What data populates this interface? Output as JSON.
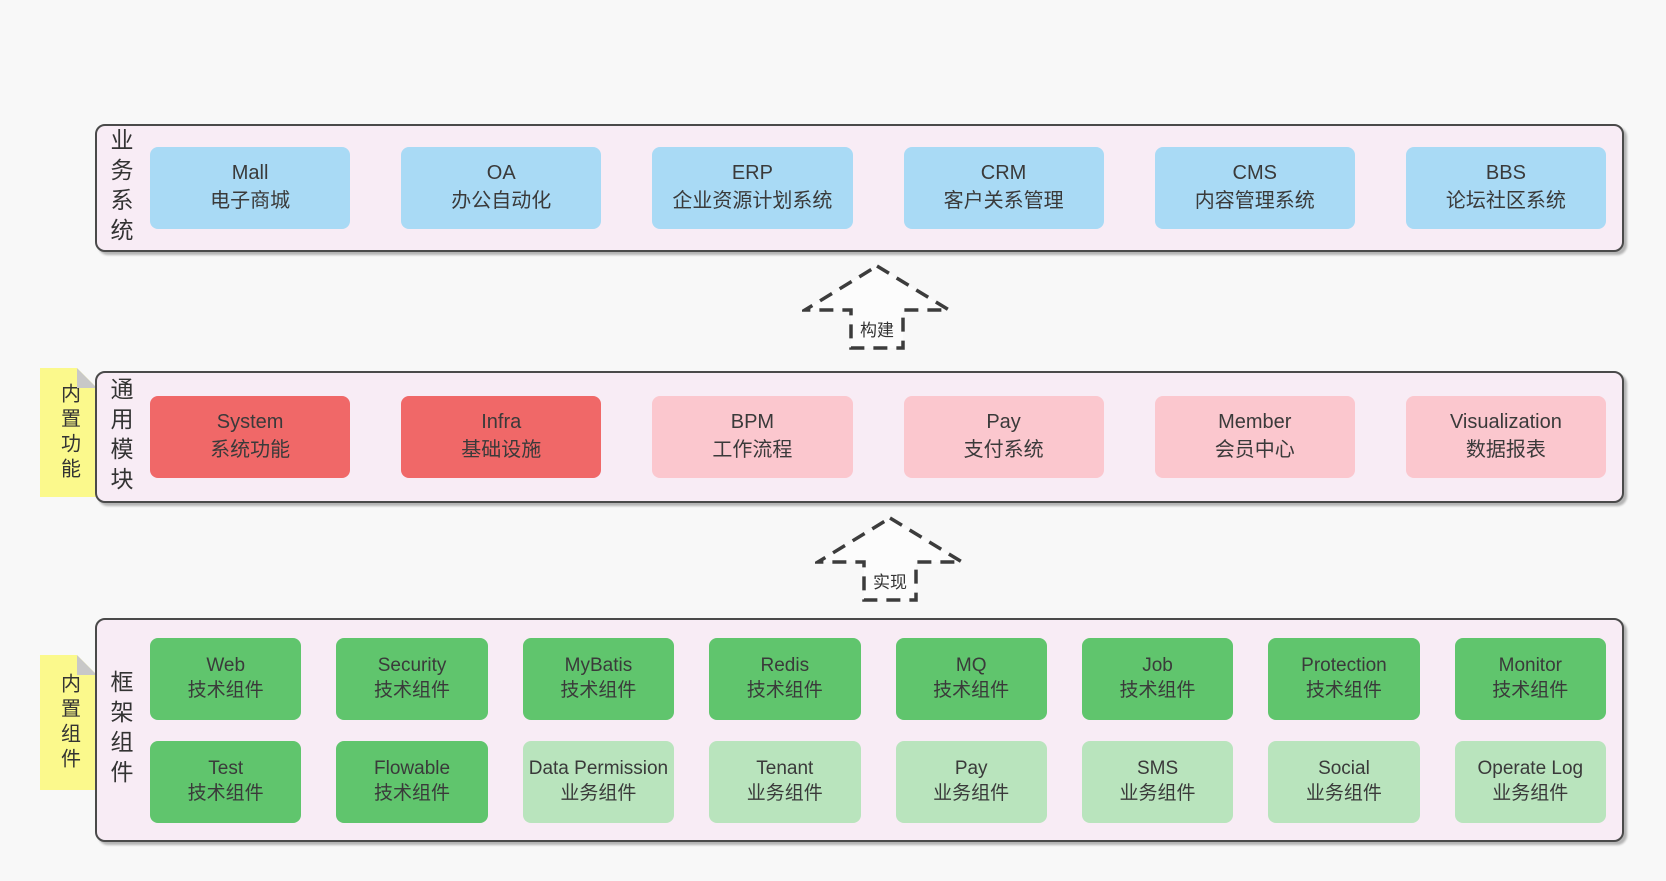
{
  "colors": {
    "page_bg": "#f8f8f8",
    "panel_bg": "#f8ecf5",
    "panel_border": "#4a4a4a",
    "sticky_yellow": "#fbf98c",
    "sticky_fold_gray": "#c8c8c8",
    "text": "#3a3a3a",
    "blue": "#a9daf5",
    "red": "#f06868",
    "pink": "#fbc7ce",
    "green": "#60c56d",
    "light_green": "#b9e4bd"
  },
  "sections": [
    {
      "label": "业务系统",
      "boxes": [
        {
          "title": "Mall",
          "subtitle": "电子商城",
          "variant": "blue"
        },
        {
          "title": "OA",
          "subtitle": "办公自动化",
          "variant": "blue"
        },
        {
          "title": "ERP",
          "subtitle": "企业资源计划系统",
          "variant": "blue"
        },
        {
          "title": "CRM",
          "subtitle": "客户关系管理",
          "variant": "blue"
        },
        {
          "title": "CMS",
          "subtitle": "内容管理系统",
          "variant": "blue"
        },
        {
          "title": "BBS",
          "subtitle": "论坛社区系统",
          "variant": "blue"
        }
      ]
    },
    {
      "label": "通用模块",
      "sticky": "内置功能",
      "boxes": [
        {
          "title": "System",
          "subtitle": "系统功能",
          "variant": "red"
        },
        {
          "title": "Infra",
          "subtitle": "基础设施",
          "variant": "red"
        },
        {
          "title": "BPM",
          "subtitle": "工作流程",
          "variant": "pink"
        },
        {
          "title": "Pay",
          "subtitle": "支付系统",
          "variant": "pink"
        },
        {
          "title": "Member",
          "subtitle": "会员中心",
          "variant": "pink"
        },
        {
          "title": "Visualization",
          "subtitle": "数据报表",
          "variant": "pink"
        }
      ]
    },
    {
      "label": "框架组件",
      "sticky": "内置组件",
      "boxes": [
        {
          "title": "Web",
          "subtitle": "技术组件",
          "variant": "green"
        },
        {
          "title": "Security",
          "subtitle": "技术组件",
          "variant": "green"
        },
        {
          "title": "MyBatis",
          "subtitle": "技术组件",
          "variant": "green"
        },
        {
          "title": "Redis",
          "subtitle": "技术组件",
          "variant": "green"
        },
        {
          "title": "MQ",
          "subtitle": "技术组件",
          "variant": "green"
        },
        {
          "title": "Job",
          "subtitle": "技术组件",
          "variant": "green"
        },
        {
          "title": "Protection",
          "subtitle": "技术组件",
          "variant": "green"
        },
        {
          "title": "Monitor",
          "subtitle": "技术组件",
          "variant": "green"
        },
        {
          "title": "Test",
          "subtitle": "技术组件",
          "variant": "green"
        },
        {
          "title": "Flowable",
          "subtitle": "技术组件",
          "variant": "green"
        },
        {
          "title": "Data Permission",
          "subtitle": "业务组件",
          "variant": "light_green"
        },
        {
          "title": "Tenant",
          "subtitle": "业务组件",
          "variant": "light_green"
        },
        {
          "title": "Pay",
          "subtitle": "业务组件",
          "variant": "light_green"
        },
        {
          "title": "SMS",
          "subtitle": "业务组件",
          "variant": "light_green"
        },
        {
          "title": "Social",
          "subtitle": "业务组件",
          "variant": "light_green"
        },
        {
          "title": "Operate Log",
          "subtitle": "业务组件",
          "variant": "light_green"
        }
      ]
    }
  ],
  "arrows": [
    {
      "label": "构建"
    },
    {
      "label": "实现"
    }
  ]
}
